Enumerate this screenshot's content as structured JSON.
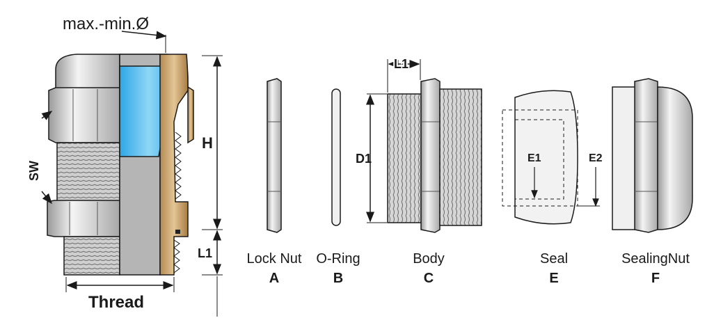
{
  "dimensions": {
    "max_min_diameter": "max.-min.Ø",
    "height": "H",
    "wrench_size": "SW",
    "thread_length": "L1",
    "thread": "Thread",
    "body_thread_length": "L1",
    "body_diameter": "D1",
    "seal_inner": "E1",
    "seal_outer": "E2"
  },
  "parts": [
    {
      "name": "Lock Nut",
      "letter": "A"
    },
    {
      "name": "O-Ring",
      "letter": "B"
    },
    {
      "name": "Body",
      "letter": "C"
    },
    {
      "name": "Seal",
      "letter": "E"
    },
    {
      "name": "SealingNut",
      "letter": "F"
    }
  ],
  "colors": {
    "metal": "#d8d8d8",
    "metal_dark": "#8c8c8c",
    "seal_blue": "#3fb6ee",
    "brass": "#c8a46e",
    "line": "#1a1a1a"
  }
}
